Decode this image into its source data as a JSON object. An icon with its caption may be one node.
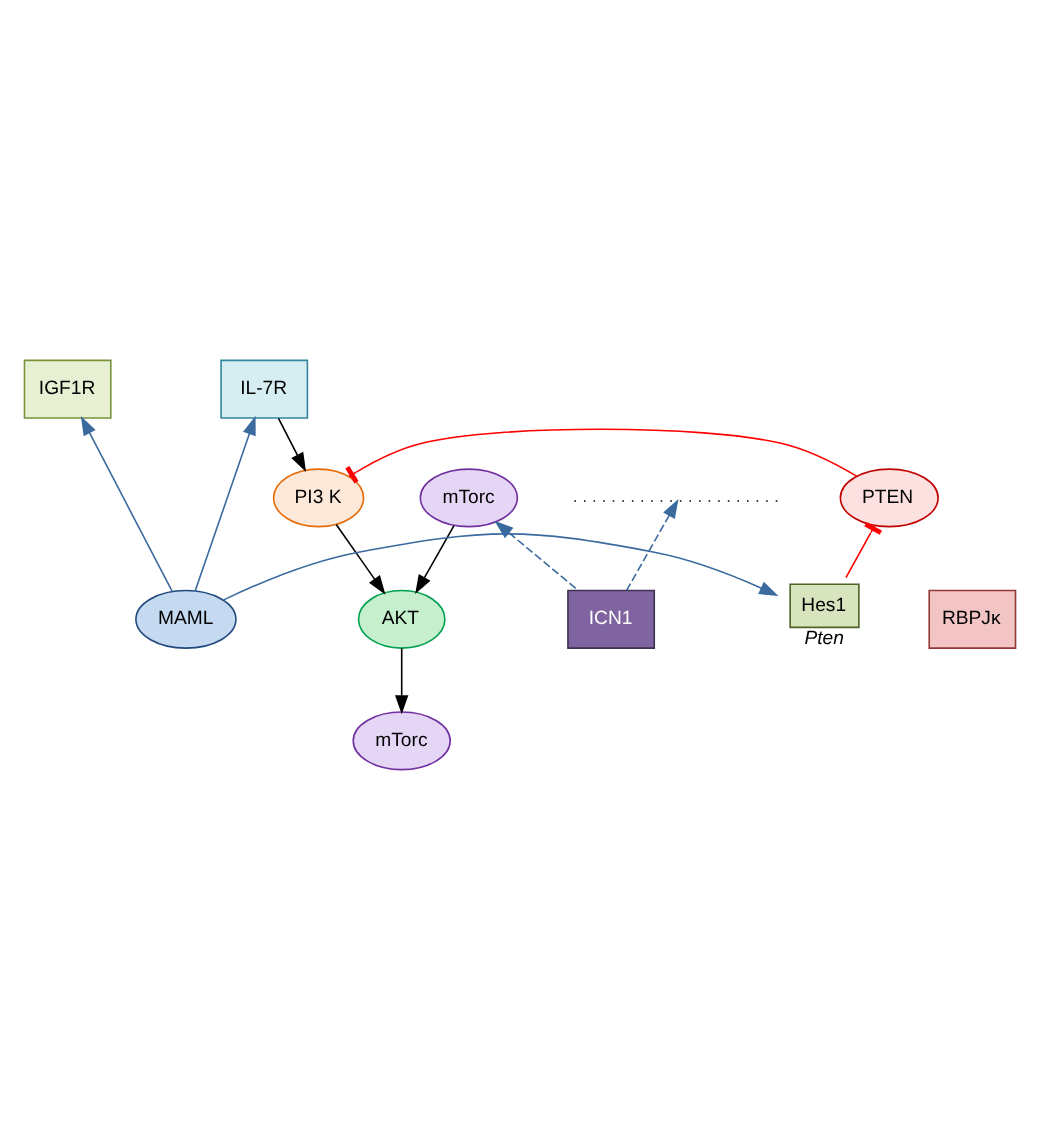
{
  "diagram": {
    "nodes": [
      {
        "text": [
          "IGF1R"
        ]
      },
      {
        "text": [
          "IL-7R"
        ]
      },
      {
        "text": [
          "mTorc"
        ]
      },
      {
        "text": [
          "PI3 K"
        ]
      },
      {
        "text": [
          "PTEN"
        ]
      },
      {
        "text": [
          "AKT"
        ]
      },
      {
        "text": [
          "mTorc"
        ]
      },
      {
        "text": [],
        "shape": "line"
      },
      {
        "text": [
          "ICN1"
        ]
      },
      {
        "text": [
          "MAML"
        ]
      },
      {
        "text": [
          "RBPJκ"
        ]
      },
      {
        "text": [
          "Hes1"
        ],
        "beside": [
          "Pten"
        ]
      }
    ],
    "edges": [
      {
        "from": 1,
        "to": 3,
        "arrow": "to",
        "color": "#000000"
      },
      {
        "from": 3,
        "to": 5,
        "arrow": "to",
        "color": "#000000"
      },
      {
        "from": 2,
        "to": 5,
        "arrow": "to",
        "color": "#000000"
      },
      {
        "from": 4,
        "to": 3,
        "arrow": "other",
        "color": "#ff0000"
      },
      {
        "from": 5,
        "to": 6,
        "arrow": "to",
        "color": "#000000"
      },
      {
        "from": 11,
        "to": 4,
        "arrow": "other",
        "color": "#ff0000"
      },
      {
        "from": 8,
        "to": 2,
        "arrow": "to",
        "style": "dashed"
      },
      {
        "from": 8,
        "to": 7,
        "arrow": "to",
        "style": "dashed"
      },
      {
        "from": 9,
        "to": 0,
        "arrow": "to"
      },
      {
        "from": 9,
        "to": 1,
        "arrow": "to"
      },
      {
        "from": 9,
        "to": 11,
        "arrow": "to"
      }
    ]
  }
}
